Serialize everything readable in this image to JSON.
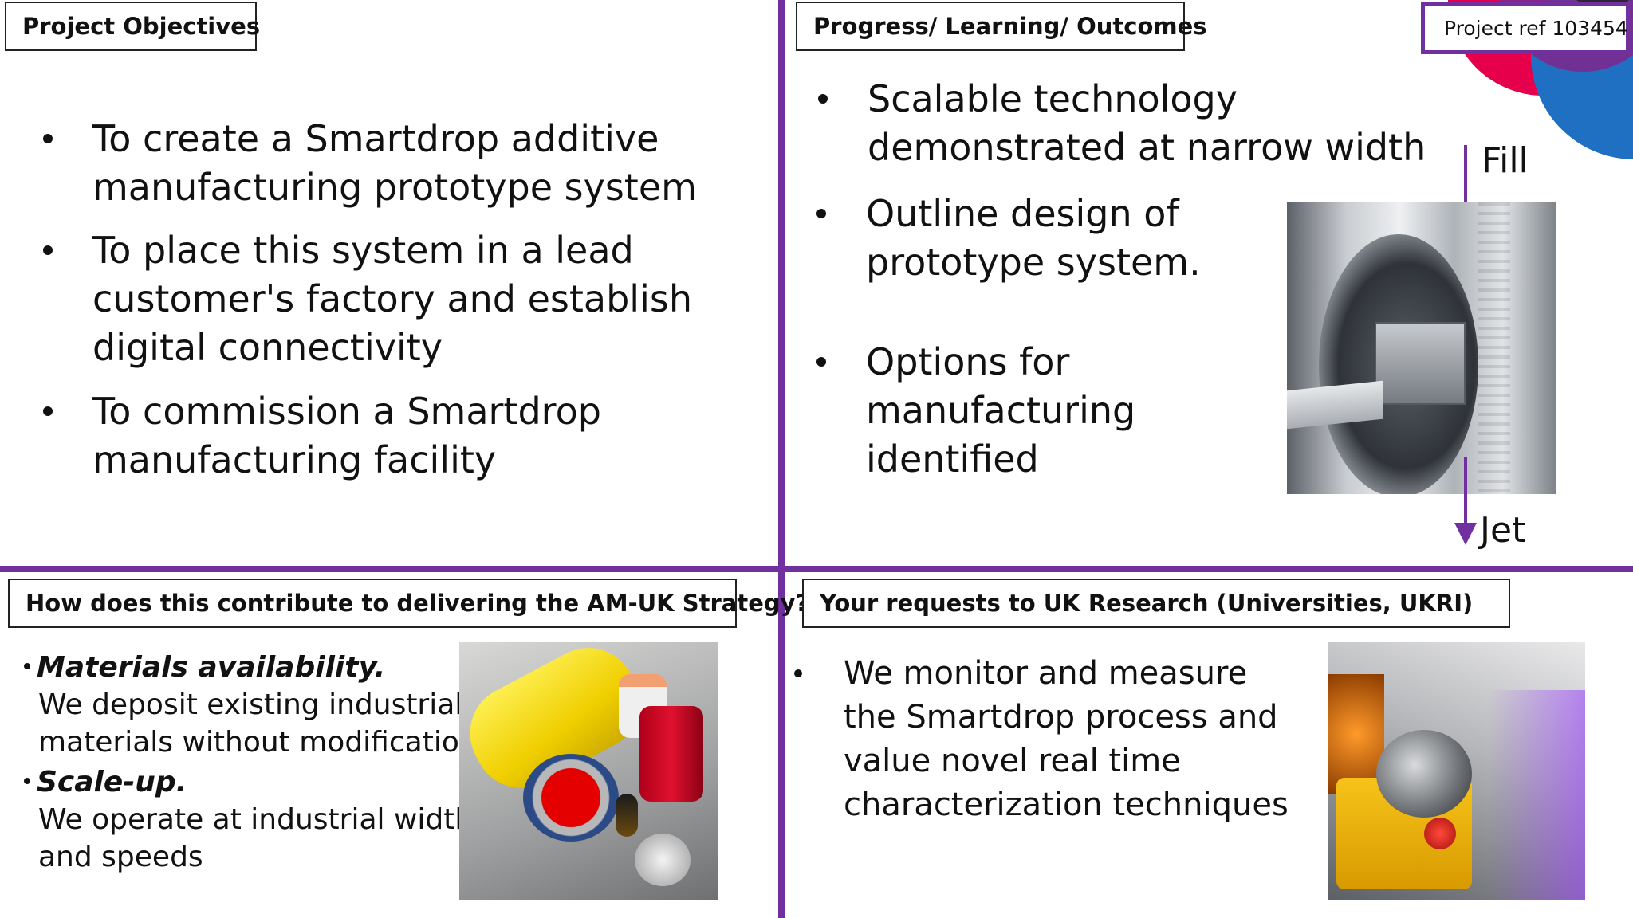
{
  "colors": {
    "accent_purple": "#7030a0",
    "logo_red": "#e6004c",
    "logo_purple": "#7a2a8f",
    "logo_blue": "#1f6fc2"
  },
  "quad_tl": {
    "heading": "Project Objectives",
    "bullets": [
      {
        "line1": "To create a Smartdrop additive",
        "line2": "manufacturing prototype system",
        "line3": ""
      },
      {
        "line1": "To place this system in a lead",
        "line2": "customer's factory and establish",
        "line3": "digital connectivity"
      },
      {
        "line1": "To commission a Smartdrop",
        "line2": "manufacturing facility",
        "line3": ""
      }
    ]
  },
  "quad_tr": {
    "heading": "Progress/ Learning/ Outcomes",
    "project_ref": "Project ref 103454",
    "bullets": [
      {
        "line1": "Scalable technology",
        "line2": "demonstrated at narrow width",
        "line3": ""
      },
      {
        "line1": "Outline design of",
        "line2": "prototype system.",
        "line3": ""
      },
      {
        "line1": "Options for",
        "line2": "manufacturing",
        "line3": "identified"
      }
    ],
    "label_fill": "Fill",
    "label_jet": "Jet",
    "image_icon": "roller-photo"
  },
  "quad_bl": {
    "heading": "How does this contribute to delivering the AM-UK Strategy?",
    "items": [
      {
        "title": "Materials availability.",
        "body1": "We deposit existing industrial",
        "body2": "materials without modification."
      },
      {
        "title": "Scale-up.",
        "body1": "We operate at industrial widths",
        "body2": "and speeds"
      }
    ],
    "image_icon": "paint-materials-photo"
  },
  "quad_br": {
    "heading": "Your requests to UK Research (Universities, UKRI)",
    "bullets": [
      {
        "line1": "We monitor and measure",
        "line2": "the Smartdrop process and",
        "line3": "value novel real time",
        "line4": "characterization techniques"
      }
    ],
    "image_icon": "machine-photo"
  }
}
